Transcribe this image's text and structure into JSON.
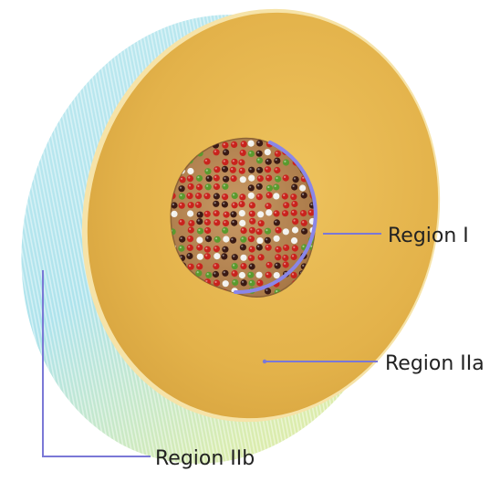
{
  "labels": {
    "region_i": "Region I",
    "region_iia": "Region IIa",
    "region_iib": "Region IIb"
  },
  "colors": {
    "disk_face": "#e3b24a",
    "disk_face_light": "#f0c864",
    "disk_rim_cyan": "#aee3ec",
    "disk_rim_yellow": "#e6ec9c",
    "core": "#bf8e5c",
    "core_edge": "#8c6336",
    "leader_line": "#7a78d6",
    "region_i_arc": "#8a86e8",
    "ball_red": "#c9231d",
    "ball_green": "#5a9a2e",
    "ball_white": "#f2f2ee",
    "ball_dark": "#3a1a14",
    "label_text": "#222222"
  }
}
